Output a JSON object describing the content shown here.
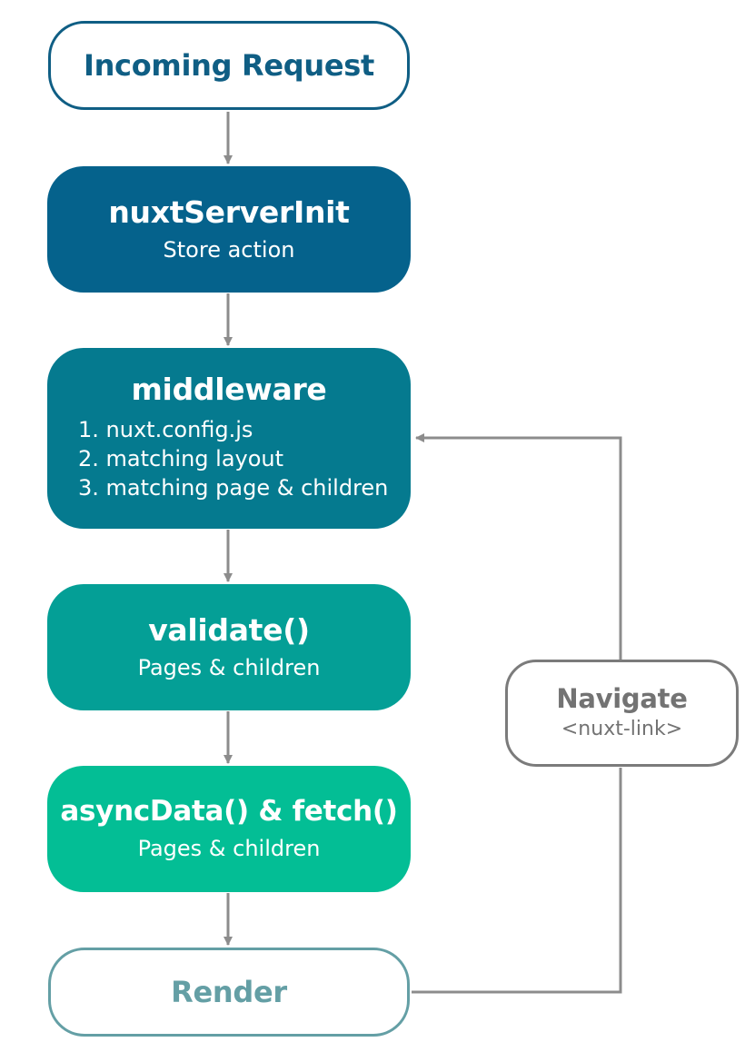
{
  "nodes": {
    "incoming": {
      "title": "Incoming Request"
    },
    "nuxtserverinit": {
      "title": "nuxtServerInit",
      "subtitle": "Store action"
    },
    "middleware": {
      "title": "middleware",
      "steps": [
        "1. nuxt.config.js",
        "2. matching layout",
        "3. matching page & children"
      ]
    },
    "validate": {
      "title": "validate()",
      "subtitle": "Pages & children"
    },
    "asyncdata": {
      "title": "asyncData() & fetch()",
      "subtitle": "Pages & children"
    },
    "render": {
      "title": "Render"
    },
    "navigate": {
      "title": "Navigate",
      "subtitle": "<nuxt-link>"
    }
  },
  "colors": {
    "incoming_border": "#0f5e84",
    "nuxtserverinit": "#05628c",
    "middleware": "#057a8f",
    "validate": "#049f96",
    "asyncdata": "#03be95",
    "render_border": "#649fa5",
    "navigate_border": "#7b7b7b",
    "arrow": "#8c8c8c"
  }
}
